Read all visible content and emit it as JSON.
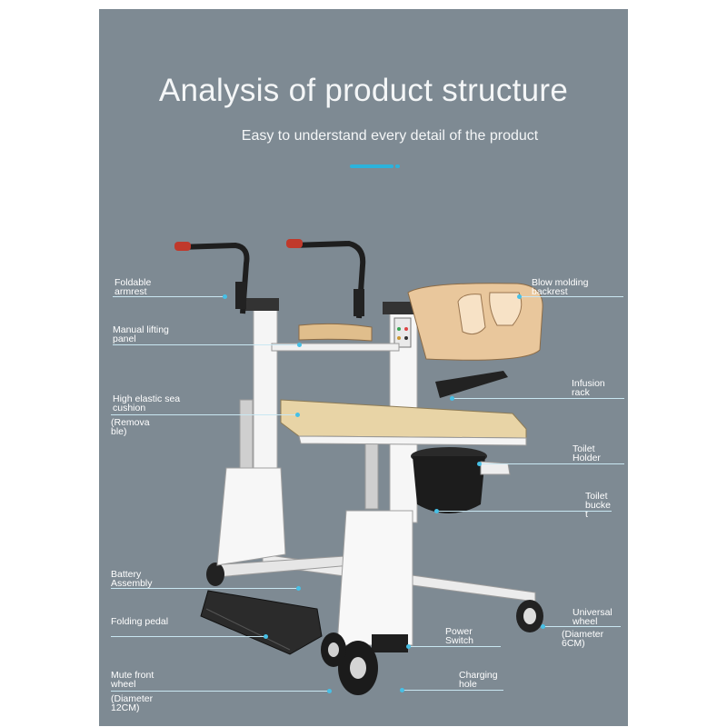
{
  "header": {
    "title": "Analysis of product structure",
    "subtitle": "Easy to understand every detail of the product"
  },
  "colors": {
    "panel_bg": "#7e8a93",
    "accent": "#2bb3dc",
    "seat_cushion": "#e8d4a6",
    "backrest": "#e9c79c",
    "frame": "#f2f2f2"
  },
  "labels": {
    "foldable_armrest": "Foldable\narmrest",
    "manual_lifting_panel": "Manual lifting\npanel",
    "seat_cushion": "High elastic sea\ncushion",
    "seat_cushion_note": "(Remova\nble)",
    "battery_assembly": "Battery\nAssembly",
    "folding_pedal": "Folding pedal",
    "mute_front_wheel": "Mute front\nwheel",
    "mute_front_wheel_note": "(Diameter\n12CM)",
    "blow_molding_backrest": "Blow molding\nbackrest",
    "infusion_rack": "Infusion\nrack",
    "toilet_holder": "Toilet\nHolder",
    "toilet_bucket": "Toilet\nbucke\nt",
    "universal_wheel": "Universal\nwheel",
    "universal_wheel_note": "(Diameter\n6CM)",
    "power_switch": "Power\nSwitch",
    "charging_hole": "Charging\nhole"
  }
}
